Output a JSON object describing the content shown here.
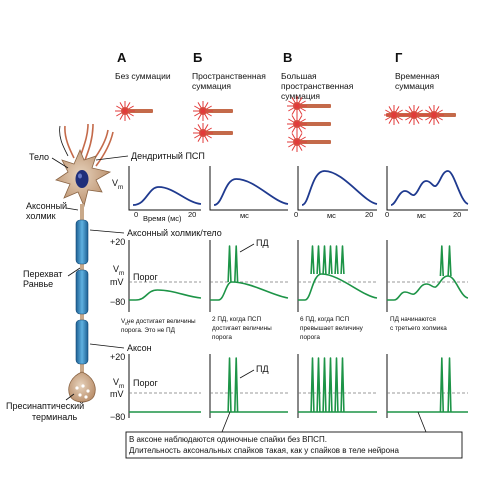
{
  "columns": [
    {
      "letter": "А",
      "title": [
        "Без суммации"
      ]
    },
    {
      "letter": "Б",
      "title": [
        "Пространственная",
        "суммация"
      ]
    },
    {
      "letter": "В",
      "title": [
        "Большая",
        "пространственная",
        "суммация"
      ]
    },
    {
      "letter": "Г",
      "title": [
        "Временная",
        "суммация"
      ]
    }
  ],
  "neuron_labels": {
    "body": "Тело",
    "hillock": [
      "Аксонный",
      "холмик"
    ],
    "node": [
      "Перехват",
      "Ранвье"
    ],
    "axon": "Аксон",
    "terminal": [
      "Пресинаптический",
      "терминаль"
    ]
  },
  "row_labels": {
    "dendritic_psp": "Дендритный ПСП",
    "hillock_body": "Аксонный холмик/тело",
    "axon": "Аксон"
  },
  "axis": {
    "vm": "V",
    "vm_sub": "m",
    "mv": "mV",
    "plus20": "+20",
    "minus80": "−80",
    "threshold": "Порог",
    "zero": "0",
    "twenty": "20",
    "time_ms": "Время (мс)",
    "ms": "мс",
    "ap": "ПД"
  },
  "notes": [
    [
      "V    не достигает величины",
      "порога. Это не ПД"
    ],
    [
      "2 ПД, когда ПСП",
      "достигает величины",
      "порога"
    ],
    [
      "6 ПД, когда ПСП",
      "превышает величину",
      "порога"
    ],
    [
      "ПД начинаются",
      "с третьего холмика"
    ]
  ],
  "note_first_sub": "m",
  "footer": [
    "В аксоне наблюдаются одиночные спайки без ВПСП.",
    "Длительность аксональных спайков такая, как у спайков в теле нейрона"
  ],
  "colors": {
    "psp": "#1f3a8f",
    "action_potential": "#1d9447",
    "neuron_body": "#c9a98a",
    "nucleus": "#1f2f7a",
    "myelin": "#2f86bf",
    "synapse_burst": "#e23a3a",
    "dendrite": "#c46a4a"
  }
}
